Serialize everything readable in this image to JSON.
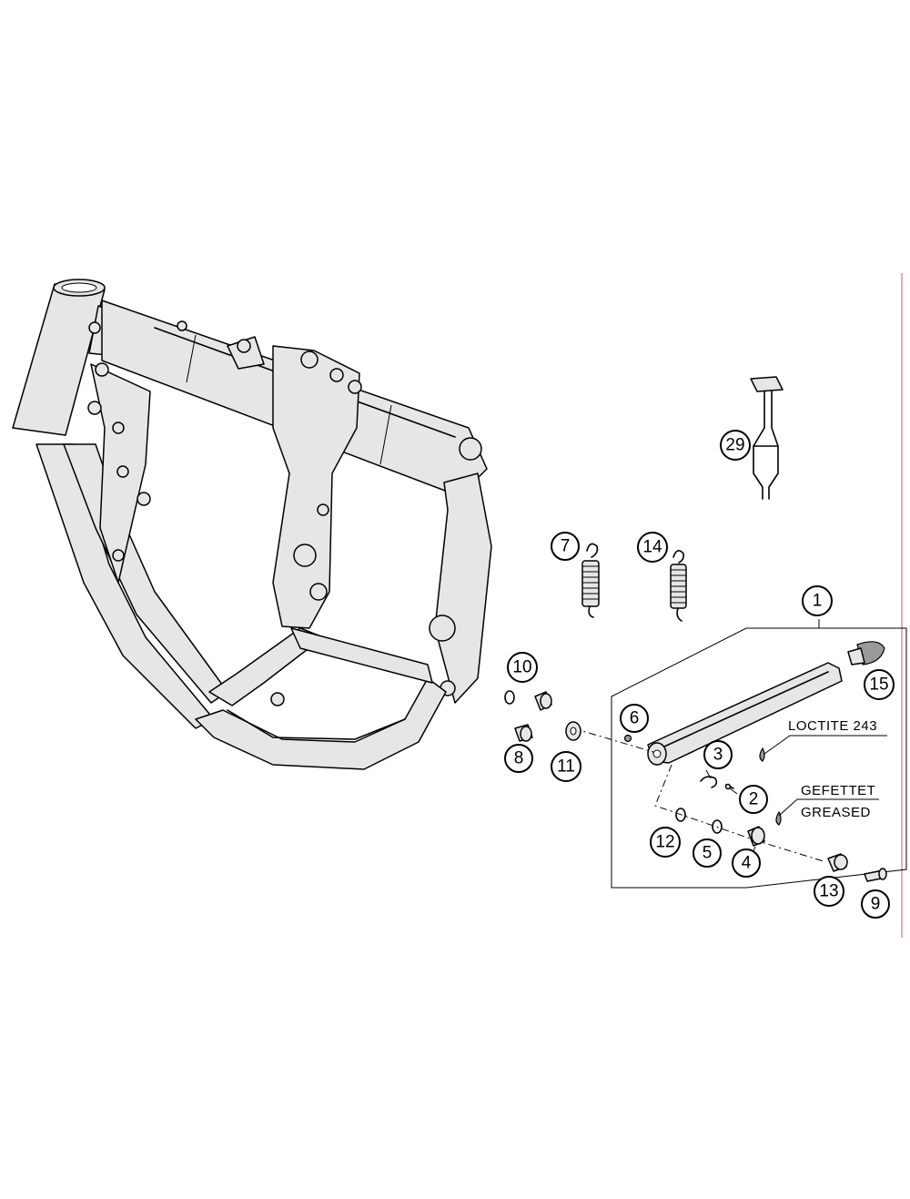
{
  "callouts": [
    {
      "id": "1",
      "label": "1"
    },
    {
      "id": "2",
      "label": "2"
    },
    {
      "id": "3",
      "label": "3"
    },
    {
      "id": "4",
      "label": "4"
    },
    {
      "id": "5",
      "label": "5"
    },
    {
      "id": "6",
      "label": "6"
    },
    {
      "id": "7",
      "label": "7"
    },
    {
      "id": "8",
      "label": "8"
    },
    {
      "id": "9",
      "label": "9"
    },
    {
      "id": "10",
      "label": "10"
    },
    {
      "id": "11",
      "label": "11"
    },
    {
      "id": "12",
      "label": "12"
    },
    {
      "id": "13",
      "label": "13"
    },
    {
      "id": "14",
      "label": "14"
    },
    {
      "id": "15",
      "label": "15"
    },
    {
      "id": "29",
      "label": "29"
    }
  ],
  "notes": {
    "loctite": "LOCTITE 243",
    "gefettet": "GEFETTET",
    "greased": "GREASED"
  },
  "colors": {
    "line": "#000000",
    "part_fill": "#e6e6e6",
    "background": "#ffffff"
  }
}
